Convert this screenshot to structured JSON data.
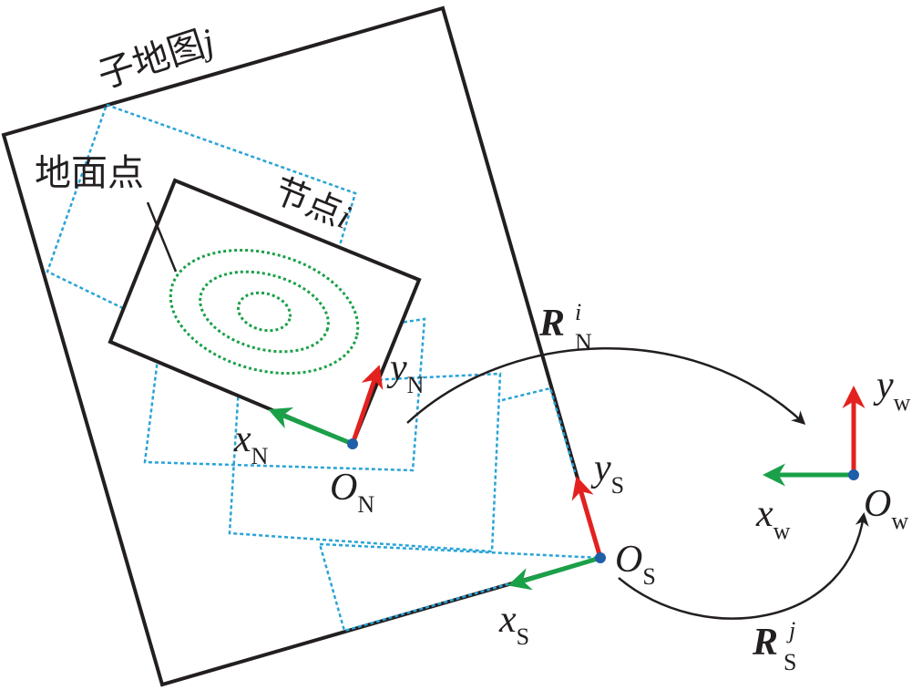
{
  "labels": {
    "submap": {
      "main": "子地图",
      "italic": "j"
    },
    "node": {
      "main": "节点",
      "italic": "i"
    },
    "ground_point": "地面点",
    "node_frame": {
      "x": "x",
      "x_sub": "N",
      "y": "y",
      "y_sub": "N",
      "o": "O",
      "o_sub": "N"
    },
    "submap_frame": {
      "x": "x",
      "x_sub": "S",
      "y": "y",
      "y_sub": "S",
      "o": "O",
      "o_sub": "S"
    },
    "world_frame": {
      "x": "x",
      "x_sub": "w",
      "y": "y",
      "y_sub": "w",
      "o": "O",
      "o_sub": "w"
    },
    "rot_node": {
      "sym": "R",
      "sup": "i",
      "sub": "N"
    },
    "rot_submap": {
      "sym": "R",
      "sup": "j",
      "sub": "S"
    }
  },
  "colors": {
    "outline": "#231f20",
    "dashed_nodes": "#29a3d6",
    "contours": "#1aa048",
    "axis_x": "#1aa048",
    "axis_y": "#e3211f",
    "origin_dot": "#1f5fa8",
    "arrow": "#231f20"
  }
}
